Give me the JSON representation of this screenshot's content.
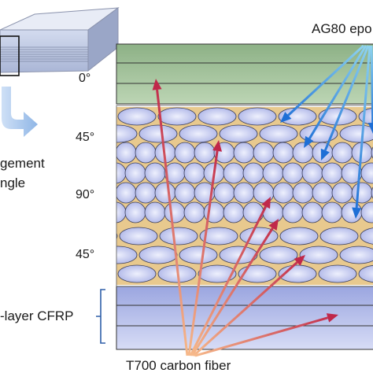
{
  "labels": {
    "epoxy": "AG80 epo",
    "fiber": "T700 carbon fiber",
    "layer": "-layer CFRP",
    "arrangement_line1": "gement",
    "arrangement_line2": "ngle",
    "angle_0": "0°",
    "angle_45_top": "45°",
    "angle_90": "90°",
    "angle_45_bottom": "45°"
  },
  "colors": {
    "ply_0_green": "#a9c7a1",
    "ply_blue": "#b8c2ec",
    "resin": "#e8c98e",
    "fiber_ellipse": "#c7ccf3",
    "epoxy_arrow": "#1e6fd6",
    "fiber_arrow_tail": "#f6b98a",
    "fiber_arrow_head": "#c0284a"
  }
}
